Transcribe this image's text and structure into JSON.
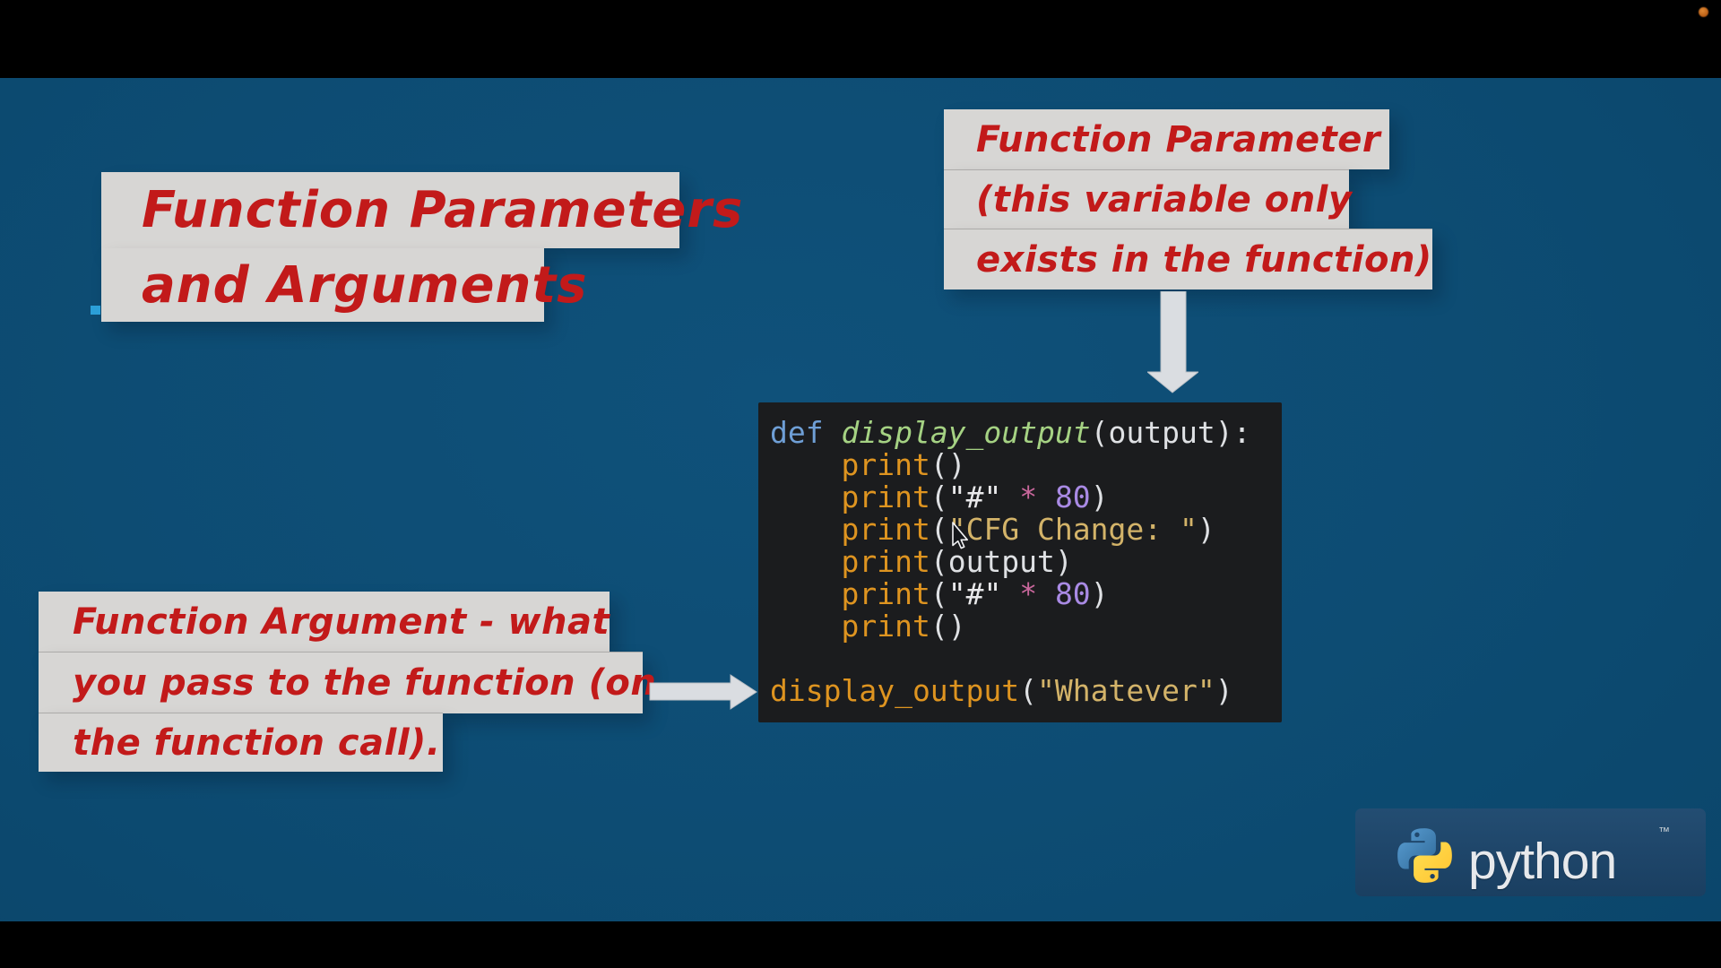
{
  "theme": {
    "background_blue": "#0d4c73",
    "letterbox_black": "#000000",
    "strip_gray": "#d7d6d4",
    "note_red": "#c21a1a",
    "arrow_gray": "#dadde1",
    "code_background": "#1b1c1e",
    "banner_blue": "#1e4569"
  },
  "title": {
    "line1": "Function Parameters",
    "line2": "and Arguments"
  },
  "param_note": {
    "line1": "Function Parameter",
    "line2": "(this variable only",
    "line3": "exists in the function)"
  },
  "arg_note": {
    "line1": "Function Argument - what",
    "line2": "you pass to the function (on",
    "line3": "the function call)."
  },
  "code": {
    "colors": {
      "kw": "#6f9fd6",
      "defname": "#a5d283",
      "plain": "#dfe1e4",
      "call": "#de9420",
      "str": "#d3b369",
      "strwhite": "#e9e9eb",
      "op": "#c9679c",
      "num": "#a98ae4"
    },
    "lines": [
      {
        "tokens": [
          {
            "text": "def ",
            "type": "kw"
          },
          {
            "text": "display_output",
            "type": "defname"
          },
          {
            "text": "(output):",
            "type": "plain"
          }
        ]
      },
      {
        "tokens": [
          {
            "text": "    ",
            "type": "plain"
          },
          {
            "text": "print",
            "type": "call"
          },
          {
            "text": "()",
            "type": "plain"
          }
        ]
      },
      {
        "tokens": [
          {
            "text": "    ",
            "type": "plain"
          },
          {
            "text": "print",
            "type": "call"
          },
          {
            "text": "(",
            "type": "plain"
          },
          {
            "text": "\"#\"",
            "type": "strwhite"
          },
          {
            "text": " ",
            "type": "plain"
          },
          {
            "text": "*",
            "type": "op"
          },
          {
            "text": " ",
            "type": "plain"
          },
          {
            "text": "80",
            "type": "num"
          },
          {
            "text": ")",
            "type": "plain"
          }
        ]
      },
      {
        "tokens": [
          {
            "text": "    ",
            "type": "plain"
          },
          {
            "text": "print",
            "type": "call"
          },
          {
            "text": "(",
            "type": "plain"
          },
          {
            "text": "\"CFG Change: \"",
            "type": "str"
          },
          {
            "text": ")",
            "type": "plain"
          }
        ]
      },
      {
        "tokens": [
          {
            "text": "    ",
            "type": "plain"
          },
          {
            "text": "print",
            "type": "call"
          },
          {
            "text": "(output)",
            "type": "plain"
          }
        ]
      },
      {
        "tokens": [
          {
            "text": "    ",
            "type": "plain"
          },
          {
            "text": "print",
            "type": "call"
          },
          {
            "text": "(",
            "type": "plain"
          },
          {
            "text": "\"#\"",
            "type": "strwhite"
          },
          {
            "text": " ",
            "type": "plain"
          },
          {
            "text": "*",
            "type": "op"
          },
          {
            "text": " ",
            "type": "plain"
          },
          {
            "text": "80",
            "type": "num"
          },
          {
            "text": ")",
            "type": "plain"
          }
        ]
      },
      {
        "tokens": [
          {
            "text": "    ",
            "type": "plain"
          },
          {
            "text": "print",
            "type": "call"
          },
          {
            "text": "()",
            "type": "plain"
          }
        ]
      },
      {
        "tokens": []
      },
      {
        "tokens": [
          {
            "text": "display_output",
            "type": "call"
          },
          {
            "text": "(",
            "type": "plain"
          },
          {
            "text": "\"Whatever\"",
            "type": "str"
          },
          {
            "text": ")",
            "type": "plain"
          }
        ]
      }
    ]
  },
  "logo": {
    "wordmark": "python",
    "trademark": "™"
  }
}
